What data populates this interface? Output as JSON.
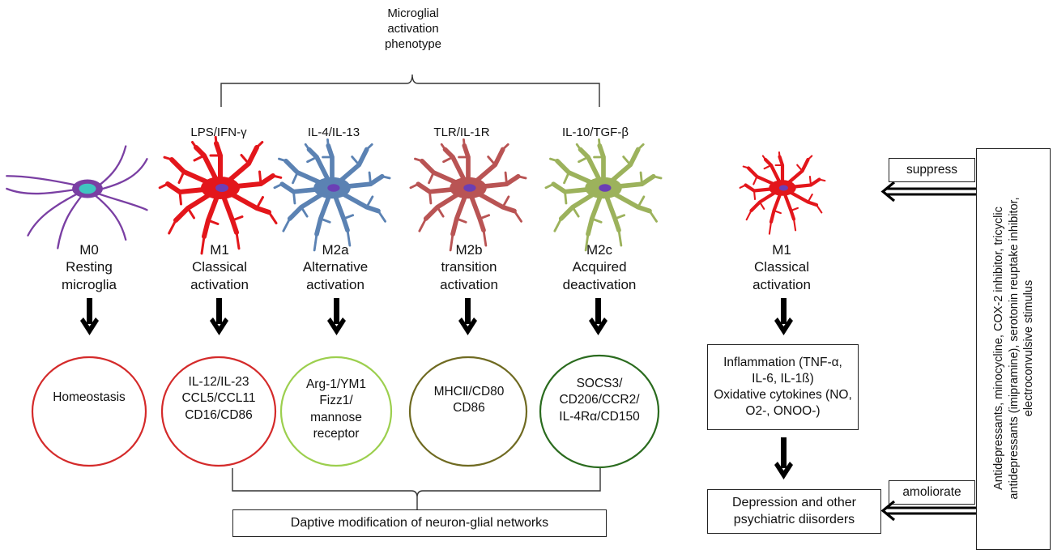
{
  "phenotype_title": [
    "Microglial",
    "activation",
    "phenotype"
  ],
  "stimuli": [
    "LPS/IFN-γ",
    "IL-4/IL-13",
    "TLR/IL-1R",
    "IL-10/TGF-β"
  ],
  "phenotypes": [
    {
      "code": "M0",
      "line1": "Resting",
      "line2": "microglia",
      "marker_lines": [
        "Homeostasis"
      ],
      "cell_color": "#7a3fa3",
      "oval_color": "#d42a2a"
    },
    {
      "code": "M1",
      "line1": "Classical",
      "line2": "activation",
      "marker_lines": [
        "IL-12/IL-23",
        "CCL5/CCL11",
        "CD16/CD86"
      ],
      "cell_color": "#e3161b",
      "oval_color": "#d42a2a"
    },
    {
      "code": "M2a",
      "line1": "Alternative",
      "line2": "activation",
      "marker_lines": [
        "Arg-1/YM1",
        "Fizz1/",
        "mannose",
        "receptor"
      ],
      "cell_color": "#5b82b3",
      "oval_color": "#9ccf4e"
    },
    {
      "code": "M2b",
      "line1": "transition",
      "line2": "activation",
      "marker_lines": [
        "MHCⅡ/CD80",
        "CD86"
      ],
      "cell_color": "#b95454",
      "oval_color": "#6f6a21"
    },
    {
      "code": "M2c",
      "line1": "Acquired",
      "line2": "deactivation",
      "marker_lines": [
        "SOCS3/",
        "CD206/CCR2/",
        "IL-4Rα/CD150"
      ],
      "cell_color": "#9cb25c",
      "oval_color": "#2a6b1e"
    }
  ],
  "bottom_box": "Daptive modification of neuron-glial networks",
  "right": {
    "code": "M1",
    "line1": "Classical",
    "line2": "activation",
    "cell_color": "#e3161b",
    "inflammation_lines": [
      "Inflammation (TNF-α,",
      "IL-6, IL-1ß)",
      "Oxidative cytokines (NO,",
      "O2-, ONOO-)"
    ],
    "outcome_lines": [
      "Depression and other",
      "psychiatric diisorders"
    ],
    "suppress_label": "suppress",
    "ameliorate_label": "amoliorate",
    "treatment_lines": [
      "Antidepressants,  minocycline, COX-2 inhibitor, tricyclic",
      "antidepressants (imipramine), serotonin reuptake inhibitor,",
      "electroconvulsive stimulus"
    ]
  }
}
